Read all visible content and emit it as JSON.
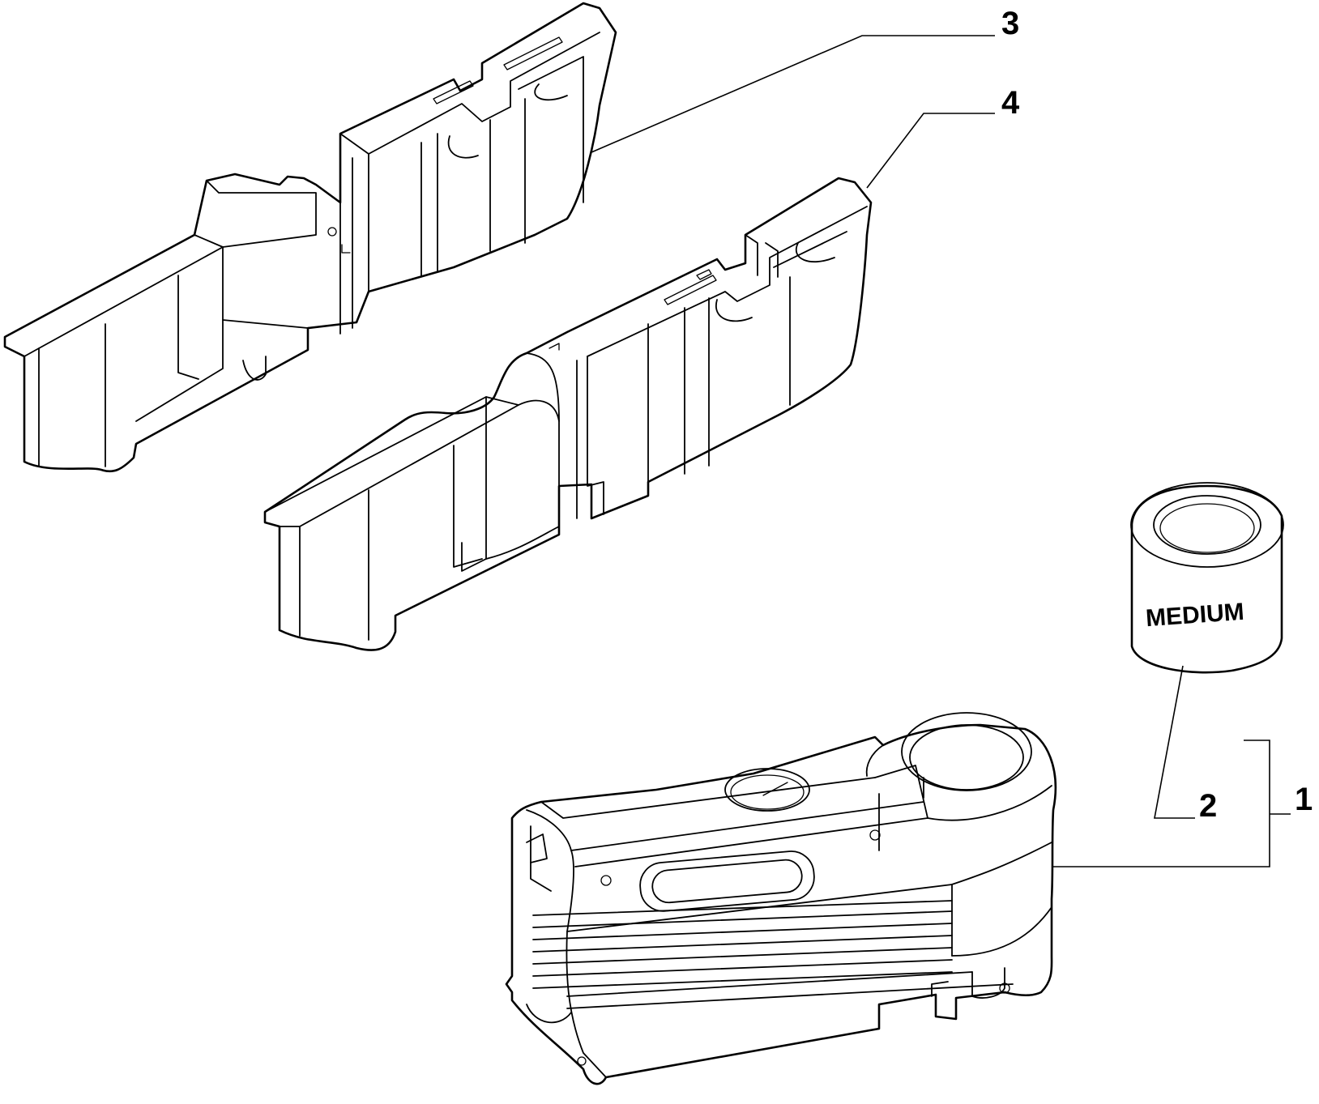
{
  "diagram": {
    "callouts": {
      "item_1": "1",
      "item_2": "2",
      "item_3": "3",
      "item_4": "4"
    },
    "canister_label": "MEDIUM"
  },
  "colors": {
    "line": "#000000",
    "background": "#ffffff"
  }
}
